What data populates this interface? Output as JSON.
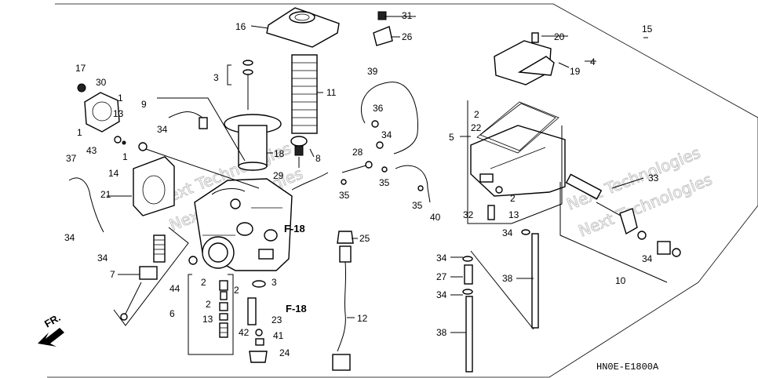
{
  "diagram": {
    "code": "HN0E-E1800A",
    "watermark": "Next Technologies",
    "direction_label": "FR.",
    "callouts": [
      "1",
      "2",
      "3",
      "4",
      "5",
      "6",
      "7",
      "8",
      "9",
      "10",
      "11",
      "12",
      "13",
      "14",
      "15",
      "16",
      "17",
      "18",
      "19",
      "20",
      "21",
      "22",
      "23",
      "24",
      "25",
      "26",
      "27",
      "28",
      "29",
      "30",
      "31",
      "32",
      "33",
      "34",
      "35",
      "36",
      "37",
      "38",
      "39",
      "40",
      "41",
      "42",
      "43",
      "44",
      "F-18"
    ]
  }
}
